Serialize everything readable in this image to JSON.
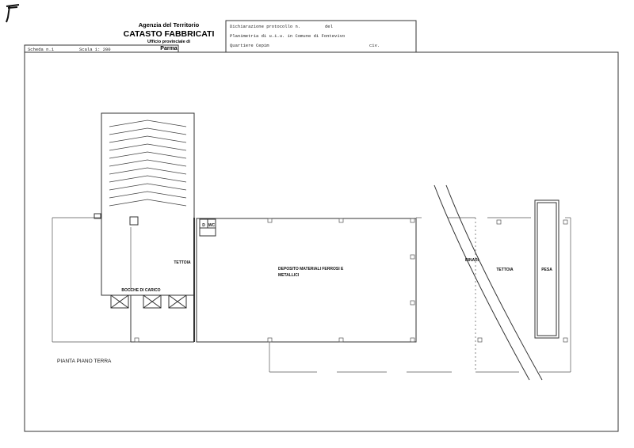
{
  "header": {
    "agency": "Agenzia del Territorio",
    "title": "CATASTO FABBRICATI",
    "office": "Ufficio provinciale di",
    "province": "Parma",
    "protocol_label": "Dichiarazione protocollo n.",
    "del_label": "del",
    "plan_line": "Planimetria di u.i.u. in Comune di Fontevivo",
    "district_line": "Quartiere Cepim",
    "civ_label": "civ.",
    "sheet_label": "Scheda n.1",
    "scale_label": "Scala 1: 200"
  },
  "plan": {
    "tettoia_left": "TETTOIA",
    "bocche": "BOCCHE DI CARICO",
    "deposito_line1": "DEPOSITO MATERIALI FERROSI E",
    "deposito_line2": "METALLICI",
    "d_label": "D",
    "wc_label": "WC",
    "binari": "BINARI",
    "tettoia_right": "TETTOIA",
    "pesa": "PESA",
    "floor_label": "PIANTA PIANO TERRA"
  }
}
